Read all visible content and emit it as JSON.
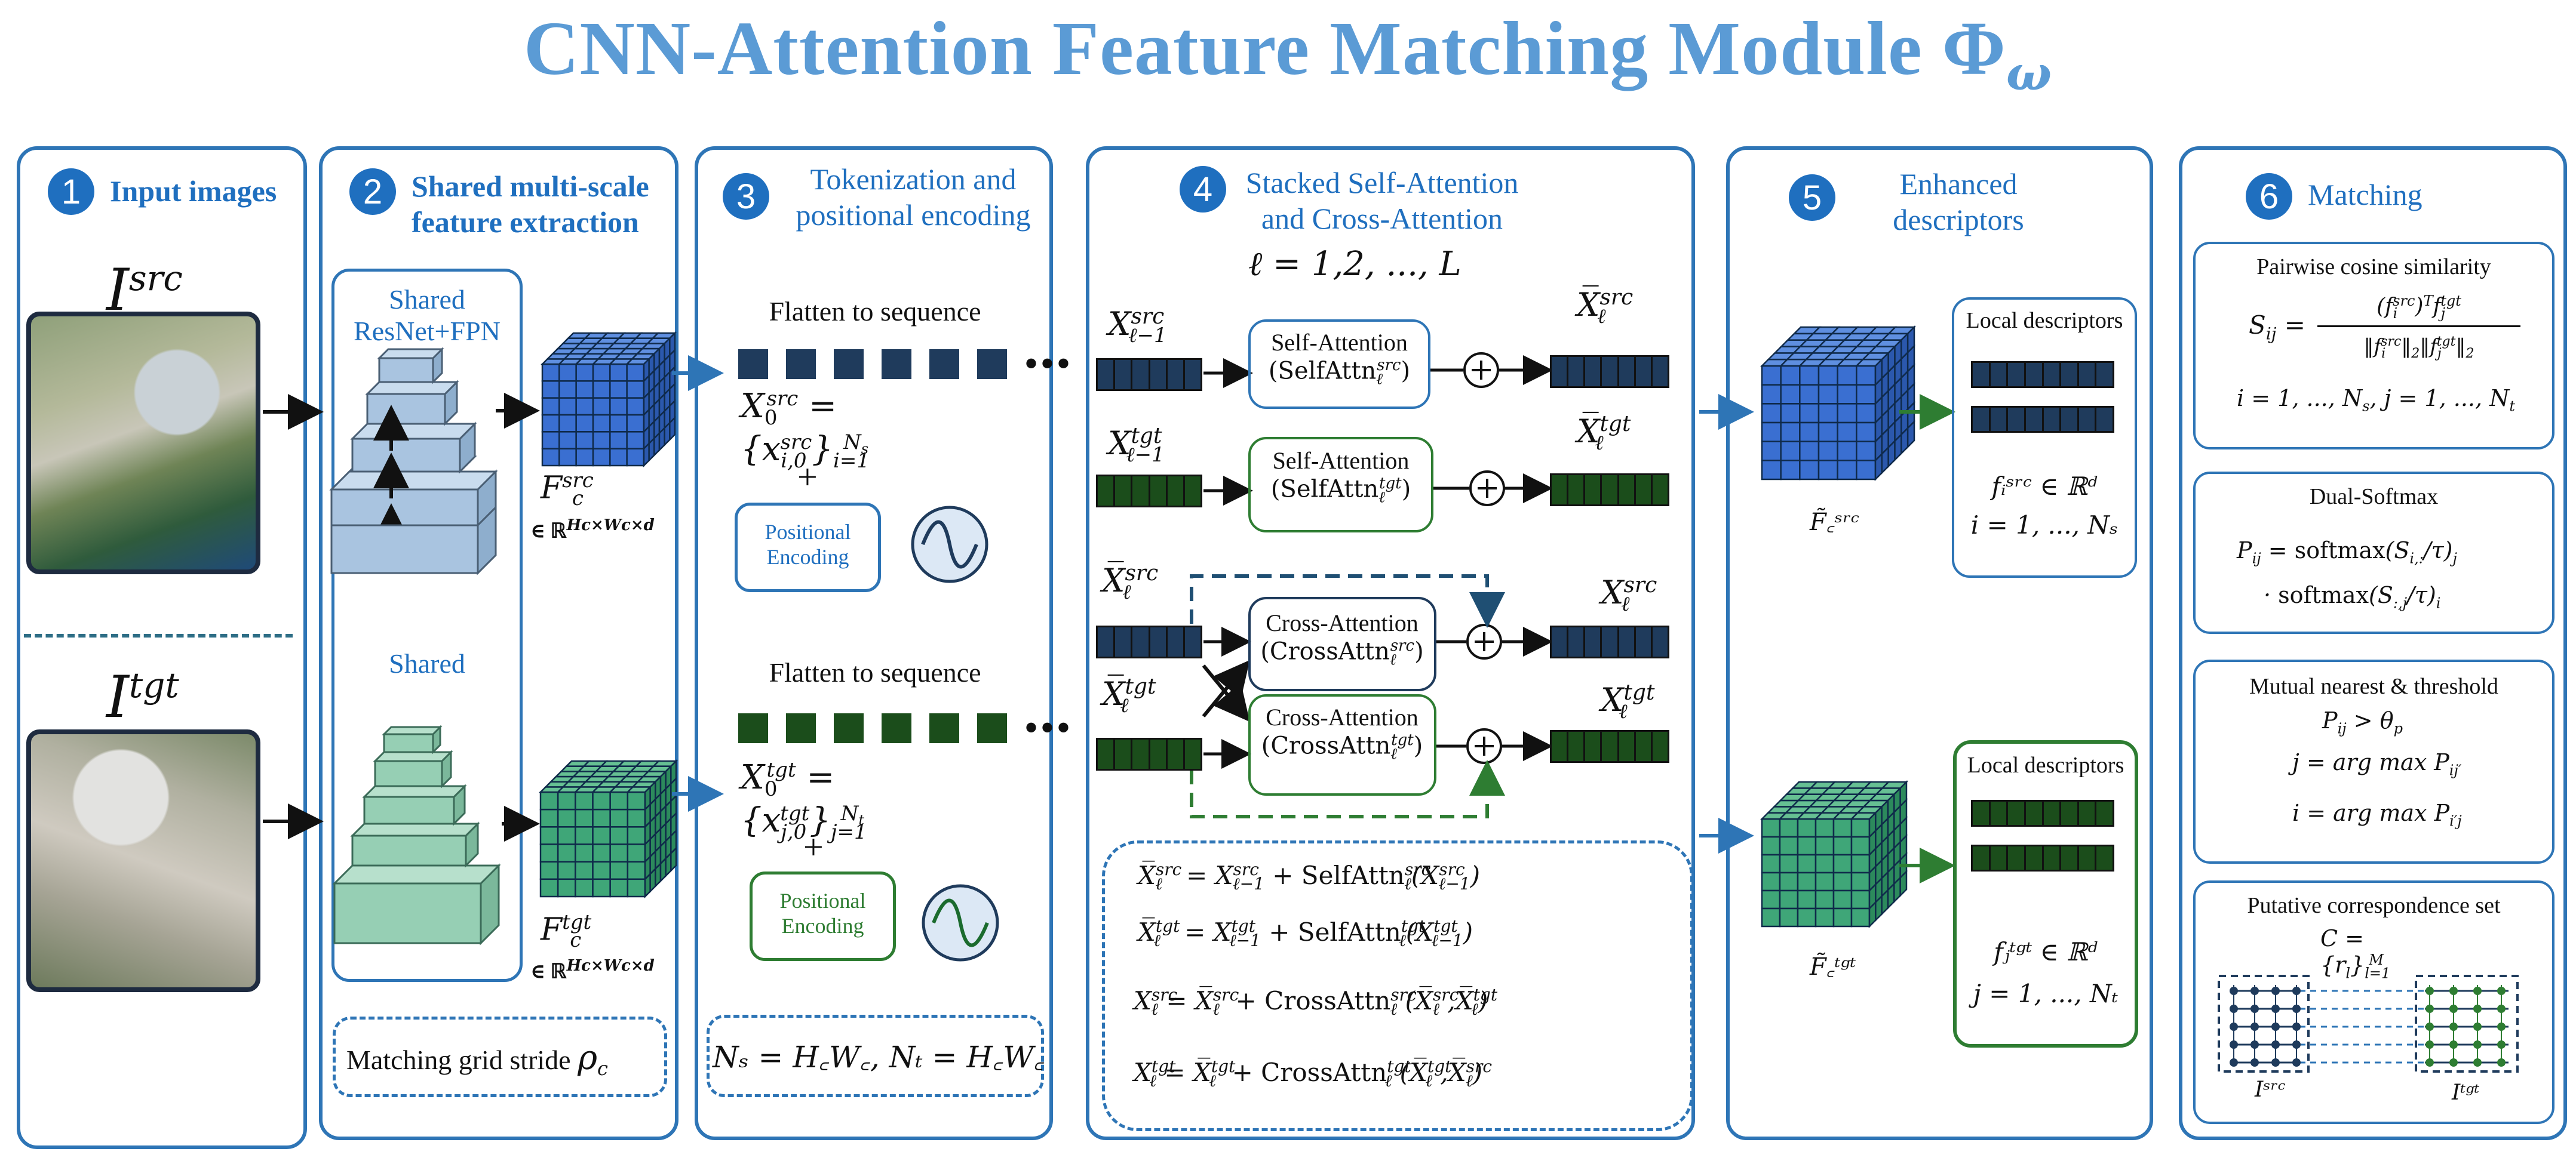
{
  "title": "CNN-Attention Feature Matching Module Φ",
  "title_sub": "ω",
  "panels": [
    {
      "num": "1",
      "title": "Input images"
    },
    {
      "num": "2",
      "title": "Shared multi-scale feature extraction"
    },
    {
      "num": "3",
      "title": "Tokenization and positional encoding"
    },
    {
      "num": "4",
      "title": "Stacked Self-Attention and Cross-Attention"
    },
    {
      "num": "5",
      "title": "Enhanced descriptors"
    },
    {
      "num": "6",
      "title": "Matching"
    }
  ],
  "p1": {
    "src_label": "I",
    "src_sup": "src",
    "tgt_label": "I",
    "tgt_sup": "tgt"
  },
  "p2": {
    "backbone": "Shared ResNet+FPN",
    "shared": "Shared",
    "f_src": "F",
    "f_src_sup": "src",
    "f_sub": "c",
    "f_tgt": "F",
    "f_tgt_sup": "tgt",
    "space": "∈ ℝ",
    "space_sup": "Hc×Wc×d",
    "stride_label": "Matching grid stride",
    "stride_sym": "ρ",
    "stride_sub": "c"
  },
  "p3": {
    "flatten": "Flatten to sequence",
    "x_src": "X₀ˢʳᶜ = {x",
    "plus": "+",
    "pe": "Positional Encoding",
    "ns_eq": "N",
    "ns_full": "Nₛ = H꜀W꜀, Nₜ = H꜀W꜀",
    "dots": "•••"
  },
  "p4": {
    "layers": "ℓ = 1,2, ..., L",
    "self_attn": "Self-Attention",
    "self_src": "(SelfAttn",
    "cross_attn": "Cross-Attention",
    "cross_src": "(CrossAttn",
    "eq1_lhs": "X̅",
    "eq_sa": "SelfAttn",
    "eq_ca": "CrossAttn"
  },
  "p5": {
    "local_desc": "Local descriptors",
    "f_src": "fᵢˢʳᶜ ∈ ℝᵈ",
    "i_range": "i = 1, ..., Nₛ",
    "f_tgt": "fⱼᵗᵍᵗ ∈ ℝᵈ",
    "j_range": "j = 1, ..., Nₜ",
    "fc_src": "F̃꜀ˢʳᶜ",
    "fc_tgt": "F̃꜀ᵗᵍᵗ"
  },
  "p6": {
    "cos_title": "Pairwise cosine similarity",
    "dual_title": "Dual-Softmax",
    "mnn_title": "Mutual nearest & threshold",
    "putative_title": "Putative correspondence set",
    "isrc": "Iˢʳᶜ",
    "itgt": "Iᵗᵍᵗ"
  },
  "colors": {
    "accent": "#2e75b6",
    "title": "#5b9bd5",
    "src_dark": "#1f3b5c",
    "tgt_dark": "#1b4d1b",
    "cube_src": "#3a6fd1",
    "cube_tgt": "#3fa678",
    "pyr_src": "#a9c4e0",
    "pyr_tgt": "#96cfb4"
  }
}
